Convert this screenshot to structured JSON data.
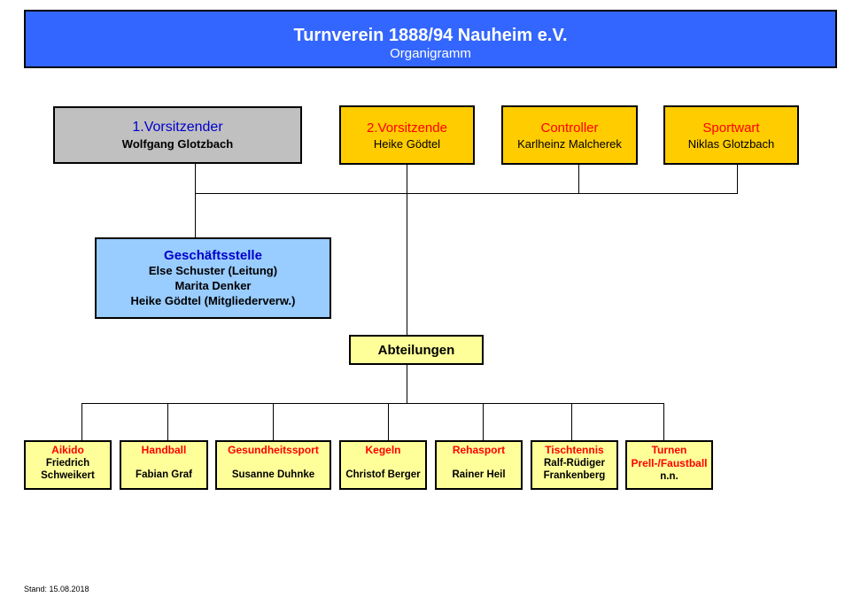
{
  "header": {
    "title": "Turnverein 1888/94 Nauheim e.V.",
    "subtitle": "Organigramm"
  },
  "board": {
    "first_chair": {
      "role": "1.Vorsitzender",
      "name": "Wolfgang Glotzbach"
    },
    "second_chair": {
      "role": "2.Vorsitzende",
      "name": "Heike Gödtel"
    },
    "controller": {
      "role": "Controller",
      "name": "Karlheinz Malcherek"
    },
    "sportwart": {
      "role": "Sportwart",
      "name": "Niklas Glotzbach"
    }
  },
  "office": {
    "title": "Geschäftsstelle",
    "lines": [
      "Else Schuster (Leitung)",
      "Marita Denker",
      "Heike Gödtel (Mitgliederverw.)"
    ]
  },
  "departments_label": "Abteilungen",
  "departments": [
    {
      "name": "Aikido",
      "people": [
        "Friedrich",
        "Schweikert"
      ]
    },
    {
      "name": "Handball",
      "people": [
        "Fabian Graf"
      ]
    },
    {
      "name": "Gesundheitssport",
      "people": [
        "Susanne Duhnke"
      ]
    },
    {
      "name": "Kegeln",
      "people": [
        "Christof Berger"
      ]
    },
    {
      "name": "Rehasport",
      "people": [
        "Rainer Heil"
      ]
    },
    {
      "name": "Tischtennis",
      "people": [
        "Ralf-Rüdiger",
        "Frankenberg"
      ]
    },
    {
      "name": "Turnen Prell-/Faustball",
      "name_lines": [
        "Turnen",
        "Prell-/Faustball"
      ],
      "people": [
        "n.n."
      ]
    }
  ],
  "footer": {
    "stand": "Stand: 15.08.2018"
  },
  "colors": {
    "header": "#3366ff",
    "first_chair": "#c0c0c0",
    "board": "#ffcc00",
    "office": "#99ccff",
    "departments": "#ffff99",
    "role_red": "#ff0000",
    "role_blue": "#0000cc"
  }
}
